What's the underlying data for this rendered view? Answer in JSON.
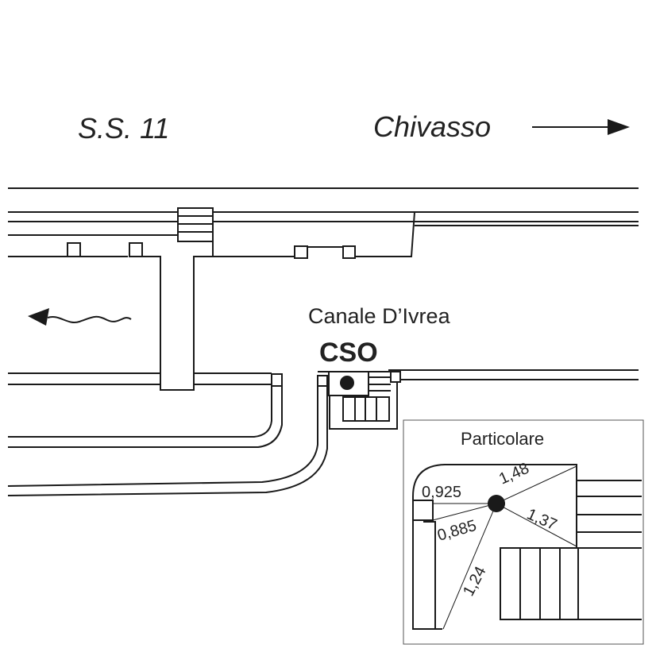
{
  "labels": {
    "road": "S.S. 11",
    "direction": "Chivasso",
    "canal": "Canale D’Ivrea",
    "cso": "CSO",
    "detail_title": "Particolare"
  },
  "measurements": {
    "m1": "0,925",
    "m2": "1,48",
    "m3": "0,885",
    "m4": "1,37",
    "m5": "1,24"
  }
}
